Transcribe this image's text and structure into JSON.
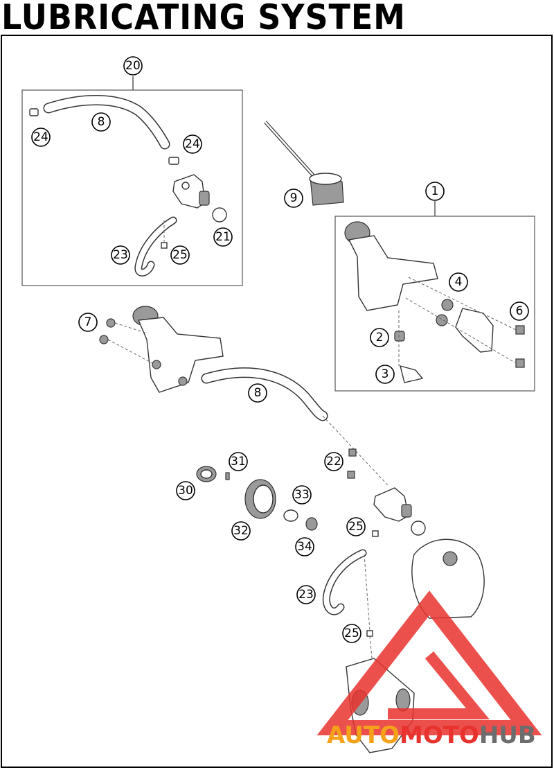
{
  "header": {
    "title": "LUBRICATING SYSTEM"
  },
  "callouts": {
    "c20": "20",
    "c8a": "8",
    "c24a": "24",
    "c24b": "24",
    "c21": "21",
    "c23a": "23",
    "c25a": "25",
    "c9": "9",
    "c1": "1",
    "c4": "4",
    "c6": "6",
    "c2": "2",
    "c3": "3",
    "c7": "7",
    "c8b": "8",
    "c31": "31",
    "c22": "22",
    "c30": "30",
    "c33": "33",
    "c32": "32",
    "c25b": "25",
    "c34": "34",
    "c23b": "23",
    "c25c": "25"
  },
  "watermark": {
    "part1": "AUTO",
    "part2": "MOTO",
    "part3": "HUB"
  },
  "colors": {
    "watermark_red": "#e8322e",
    "watermark_orange": "#f5a21a",
    "watermark_gray": "#6d6d6d"
  }
}
